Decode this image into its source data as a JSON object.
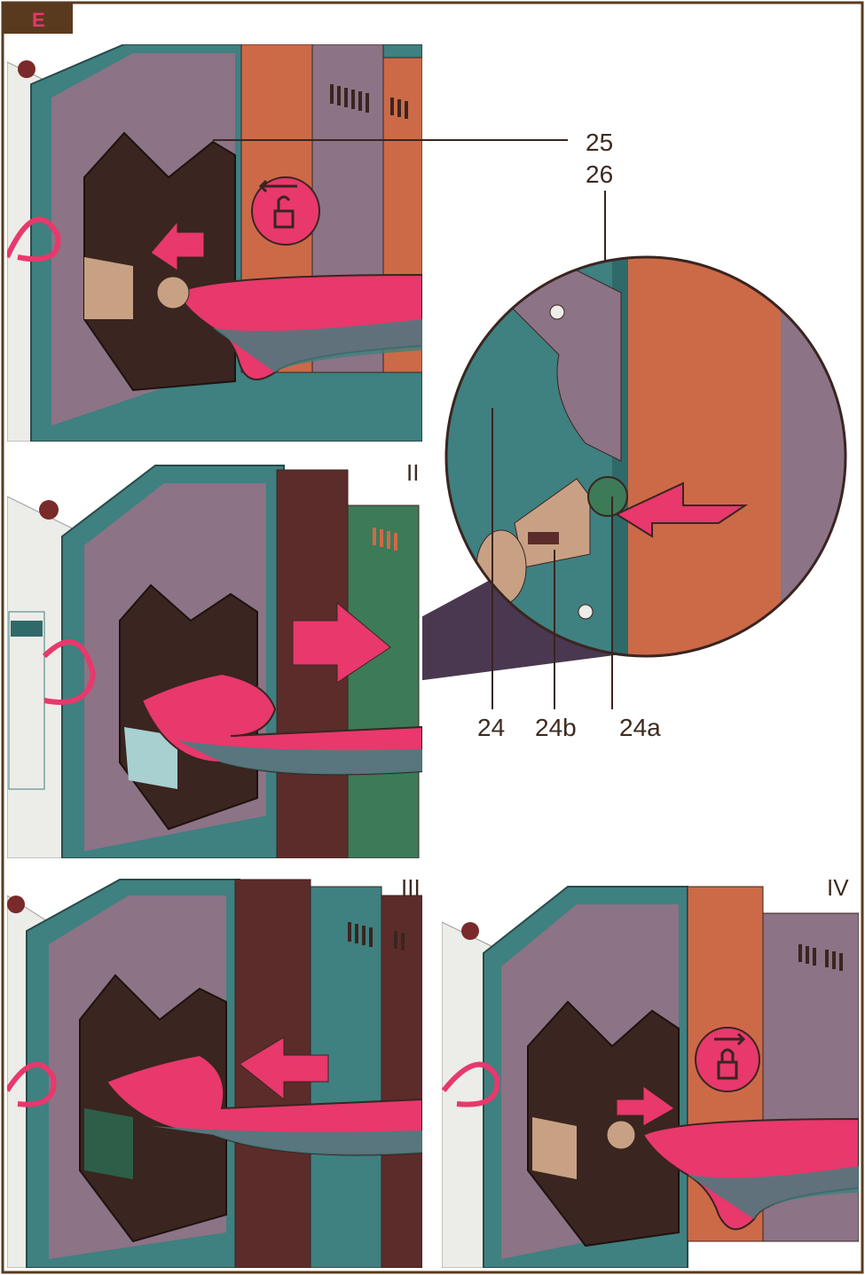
{
  "section_tab": "E",
  "steps": {
    "step2": "II",
    "step3": "III",
    "step4": "IV"
  },
  "callouts": {
    "c25": "25",
    "c26": "26",
    "c24": "24",
    "c24b": "24b",
    "c24a": "24a"
  },
  "colors": {
    "frame": "#5a3a1e",
    "teal": "#3f8080",
    "teal_dark": "#2f6a6a",
    "purple": "#8c7386",
    "orange": "#cc6a48",
    "maroon": "#5c2c2a",
    "green": "#3d7a58",
    "pink": "#e8386c",
    "brown": "#3a2520",
    "tan": "#c8a184",
    "white_unit": "#ecece8"
  },
  "icons": [
    "unlock-icon",
    "lock-icon",
    "arrow-left-icon",
    "arrow-right-icon"
  ]
}
